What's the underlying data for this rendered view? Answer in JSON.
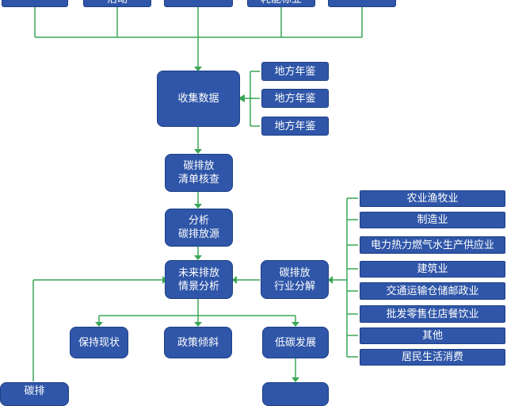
{
  "top_partial": {
    "left": "",
    "b2": "活动",
    "b3": "",
    "b4": "耗能标业",
    "b5": ""
  },
  "collect": "收集数据",
  "yearbooks": [
    "地方年鉴",
    "地方年鉴",
    "地方年鉴"
  ],
  "inventory": "碳排放\n清单核查",
  "analysis": "分析\n碳排放源",
  "scenario": "未来排放\n情景分析",
  "decompose": "碳排放\n行业分解",
  "sectors": [
    "农业渔牧业",
    "制造业",
    "电力热力燃气水生产供应业",
    "建筑业",
    "交通运输仓储邮政业",
    "批发零售住店餐饮业",
    "其他",
    "居民生活消费"
  ],
  "scenarios": [
    "保持现状",
    "政策倾斜",
    "低碳发展"
  ],
  "bottom_left": "碳排",
  "bottom_right": "",
  "colors": {
    "box": "#2f56a8",
    "line": "#3aa655"
  }
}
